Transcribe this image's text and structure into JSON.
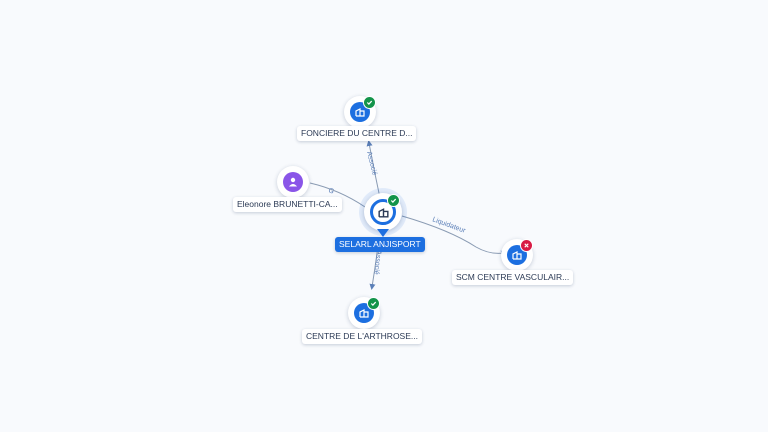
{
  "colors": {
    "company_node": "#1d6fe0",
    "person_node": "#8a55e8",
    "status_active": "#13944a",
    "status_closed": "#d81b45",
    "edge": "#8a9bb3",
    "edge_label": "#5b7fb8"
  },
  "central": {
    "label": "SELARL ANJISPORT",
    "icon": "building-icon",
    "status": "active"
  },
  "nodes": {
    "fonciere": {
      "label": "FONCIERE DU CENTRE D...",
      "icon": "building-icon",
      "status": "active"
    },
    "eleonore": {
      "label": "Eleonore BRUNETTI-CA...",
      "icon": "person-icon"
    },
    "scm": {
      "label": "SCM CENTRE VASCULAIR...",
      "icon": "building-icon",
      "status": "closed"
    },
    "arthrose": {
      "label": "CENTRE DE L'ARTHROSE...",
      "icon": "building-icon",
      "status": "active"
    }
  },
  "edges": {
    "to_fonciere": "Associé",
    "to_eleonore": "G",
    "to_scm": "Liquidateur",
    "to_arthrose": "Associé"
  }
}
